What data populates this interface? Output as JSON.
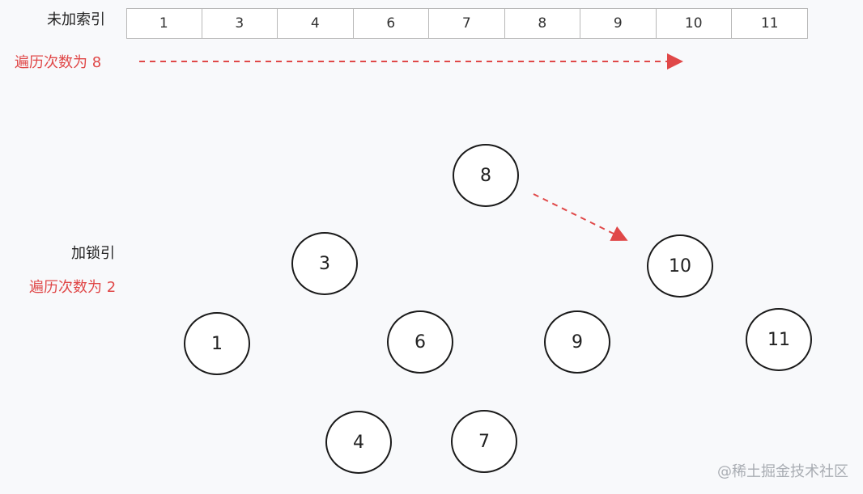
{
  "top": {
    "label": "未加索引",
    "array": [
      "1",
      "3",
      "4",
      "6",
      "7",
      "8",
      "9",
      "10",
      "11"
    ],
    "traversal_text": "遍历次数为 8"
  },
  "bottom": {
    "label": "加锁引",
    "traversal_text": "遍历次数为 2",
    "nodes": [
      {
        "id": "8",
        "label": "8"
      },
      {
        "id": "3",
        "label": "3"
      },
      {
        "id": "10",
        "label": "10"
      },
      {
        "id": "1",
        "label": "1"
      },
      {
        "id": "6",
        "label": "6"
      },
      {
        "id": "9",
        "label": "9"
      },
      {
        "id": "11",
        "label": "11"
      },
      {
        "id": "4",
        "label": "4"
      },
      {
        "id": "7",
        "label": "7"
      }
    ]
  },
  "watermark": "@稀土掘金技术社区",
  "colors": {
    "accent_red": "#e04848",
    "node_stroke": "#1a1a1a",
    "array_border": "#b8b8b8"
  }
}
